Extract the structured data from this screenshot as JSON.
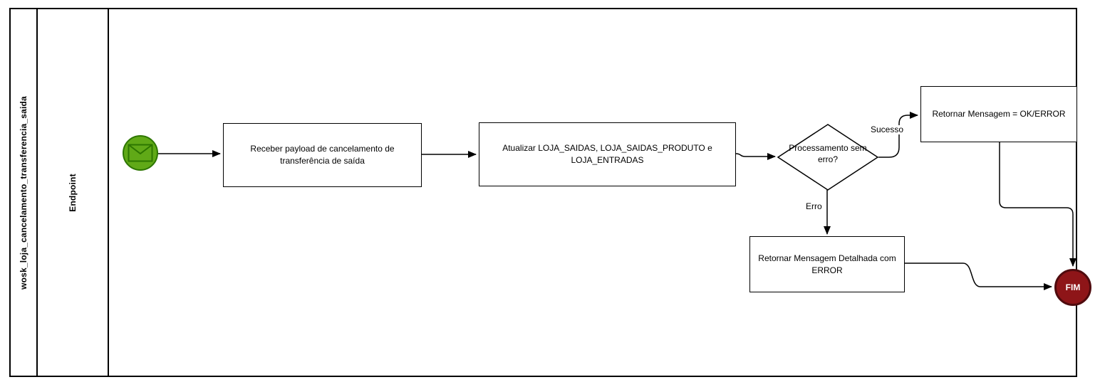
{
  "pool": {
    "title": "wosk_loja_cancelamento_transferencia_saida"
  },
  "lane": {
    "title": "Endpoint"
  },
  "nodes": {
    "start": {
      "type": "message-start-event"
    },
    "task_receive": {
      "label": "Receber payload de cancelamento de transferência de saída"
    },
    "task_update": {
      "label": "Atualizar LOJA_SAIDAS, LOJA_SAIDAS_PRODUTO e LOJA_ENTRADAS"
    },
    "gateway": {
      "label": "Processamento sem erro?"
    },
    "task_return_ok": {
      "label": "Retornar Mensagem = OK/ERROR"
    },
    "task_return_error": {
      "label": "Retornar Mensagem Detalhada com ERROR"
    },
    "end": {
      "label": "FIM"
    }
  },
  "edge_labels": {
    "success": "Sucesso",
    "error": "Erro"
  },
  "colors": {
    "start_fill": "#60a917",
    "start_stroke": "#2d7600",
    "end_fill": "#8e1518",
    "end_stroke": "#4f0b0e",
    "line": "#000000",
    "background": "#ffffff"
  }
}
